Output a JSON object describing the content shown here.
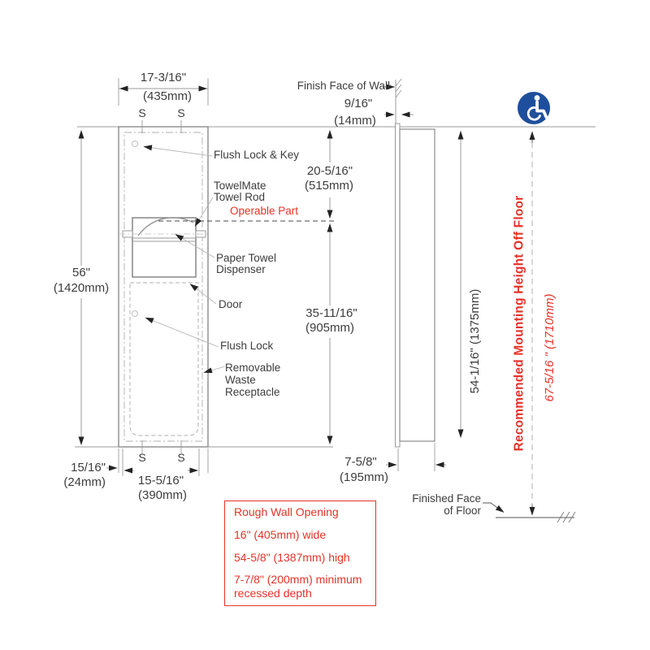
{
  "colors": {
    "accent_red": "#e63329",
    "icon_blue": "#1d4f9c",
    "line_gray": "#9b9b9b",
    "text_dark": "#3d3d3d"
  },
  "front_view": {
    "dims": {
      "width_in": "17-3/16\"",
      "width_mm": "(435mm)",
      "height_in": "56\"",
      "height_mm": "(1420mm)",
      "flange_in": "15/16\"",
      "flange_mm": "(24mm)",
      "body_width_in": "15-5/16\"",
      "body_width_mm": "(390mm)",
      "top_to_operable_in": "20-5/16\"",
      "top_to_operable_mm": "(515mm)",
      "operable_to_bottom_in": "35-11/16\"",
      "operable_to_bottom_mm": "(905mm)"
    },
    "stud_markers": [
      "S",
      "S",
      "S",
      "S"
    ],
    "labels": {
      "flush_lock_key": "Flush Lock & Key",
      "towelmate_1": "TowelMate",
      "towelmate_2": "Towel Rod",
      "operable_part": "Operable Part",
      "paper_towel_1": "Paper Towel",
      "paper_towel_2": "Dispenser",
      "door": "Door",
      "flush_lock": "Flush Lock",
      "removable_1": "Removable",
      "removable_2": "Waste",
      "removable_3": "Receptacle"
    }
  },
  "side_view": {
    "labels": {
      "finish_face_of_wall": "Finish Face of Wall",
      "finished_face_1": "Finished Face",
      "finished_face_2": "of Floor",
      "mounting_height": "Recommended Mounting Height Off Floor"
    },
    "dims": {
      "projection_in": "9/16\"",
      "projection_mm": "(14mm)",
      "depth_in": "7-5/8\"",
      "depth_mm": "(195mm)",
      "height": "54-1/16\" (1375mm)",
      "mounting_height": "67-5/16 \" (1710mm)"
    }
  },
  "note_box": {
    "title": "Rough Wall Opening",
    "lines": [
      "16\" (405mm) wide",
      "54-5/8\" (1387mm) high",
      "7-7/8\" (200mm) minimum",
      "recessed depth"
    ]
  }
}
